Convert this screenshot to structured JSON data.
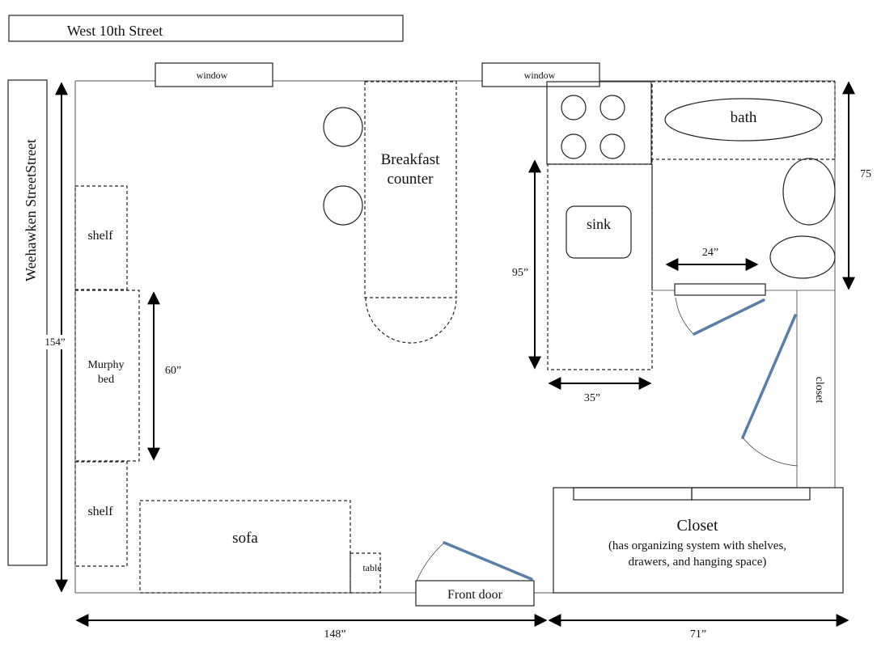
{
  "streets": {
    "top": "West 10th Street",
    "left": "Weehawken StreetStreet"
  },
  "windows": [
    "window",
    "window"
  ],
  "rooms": {
    "breakfast_counter": [
      "Breakfast",
      "counter"
    ],
    "bath": "bath",
    "sink": "sink",
    "shelf_top": "shelf",
    "shelf_bottom": "shelf",
    "murphy_bed": [
      "Murphy",
      "bed"
    ],
    "sofa": "sofa",
    "table": "table",
    "front_door": "Front door",
    "closet_small": "closet",
    "closet_large": {
      "title": "Closet",
      "desc": [
        "(has organizing system with shelves,",
        "drawers, and hanging space)"
      ]
    }
  },
  "dimensions": {
    "total_height": "154”",
    "width_main": "148”",
    "width_right": "71”",
    "bath_height": "75",
    "kitchen_height": "95”",
    "kitchen_width": "35”",
    "bath_door_width": "24”",
    "murphy_height": "60”"
  }
}
